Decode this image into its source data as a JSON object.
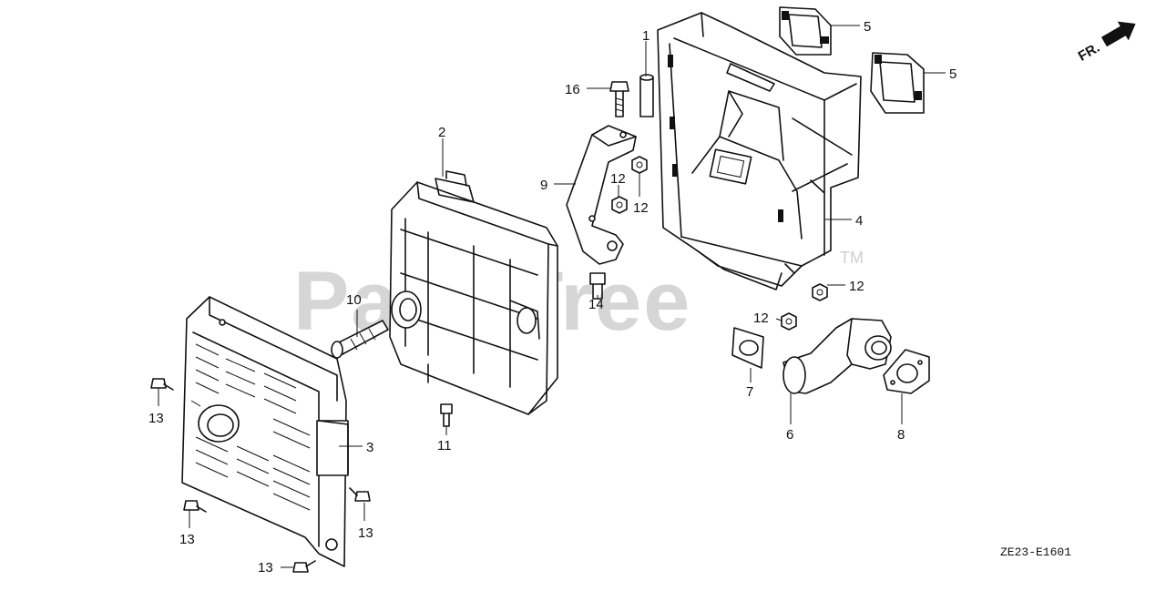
{
  "watermark": {
    "text": "PartsTree",
    "trademark": "TM"
  },
  "diagram_code": "ZE23-E1601",
  "front_indicator": "FR.",
  "callouts": {
    "c1": "1",
    "c2": "2",
    "c3": "3",
    "c4": "4",
    "c5a": "5",
    "c5b": "5",
    "c6": "6",
    "c7": "7",
    "c8": "8",
    "c9": "9",
    "c10": "10",
    "c11": "11",
    "c12a": "12",
    "c12b": "12",
    "c12c": "12",
    "c12d": "12",
    "c13a": "13",
    "c13b": "13",
    "c13c": "13",
    "c13d": "13",
    "c14": "14",
    "c16": "16"
  }
}
